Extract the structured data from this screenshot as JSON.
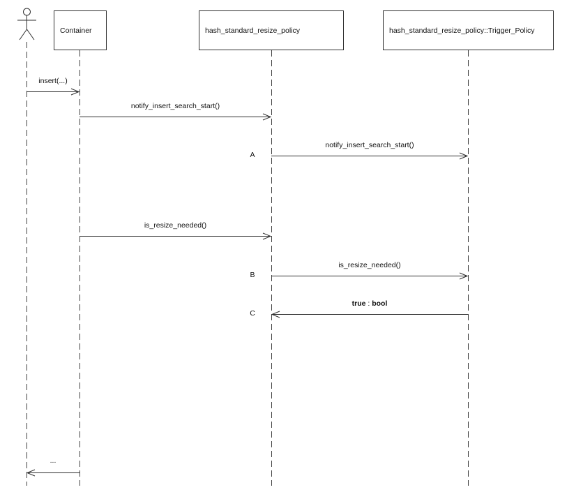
{
  "diagram": {
    "type": "uml-sequence-diagram",
    "line_color": "#2e2e2e",
    "background_color": "#ffffff",
    "participants": [
      {
        "id": "user",
        "kind": "actor",
        "label": ""
      },
      {
        "id": "container",
        "kind": "object",
        "label": "Container"
      },
      {
        "id": "policy",
        "kind": "object",
        "label": "hash_standard_resize_policy"
      },
      {
        "id": "trigger",
        "kind": "object",
        "label": "hash_standard_resize_policy::Trigger_Policy"
      }
    ],
    "messages": [
      {
        "id": "m1",
        "from": "user",
        "to": "container",
        "label": "insert(...)",
        "marker": ""
      },
      {
        "id": "m2",
        "from": "container",
        "to": "policy",
        "label": "notify_insert_search_start()",
        "marker": ""
      },
      {
        "id": "m3",
        "from": "policy",
        "to": "trigger",
        "label": "notify_insert_search_start()",
        "marker": "A"
      },
      {
        "id": "m4",
        "from": "container",
        "to": "policy",
        "label": "is_resize_needed()",
        "marker": "B_source_none"
      },
      {
        "id": "m5",
        "from": "policy",
        "to": "trigger",
        "label": "is_resize_needed()",
        "marker": "B"
      },
      {
        "id": "m6",
        "from": "trigger",
        "to": "policy",
        "label_value": "true",
        "label_sep": " : ",
        "label_type": "bool",
        "marker": "C"
      },
      {
        "id": "m7",
        "from": "container",
        "to": "user",
        "label": "...",
        "marker": ""
      }
    ]
  }
}
